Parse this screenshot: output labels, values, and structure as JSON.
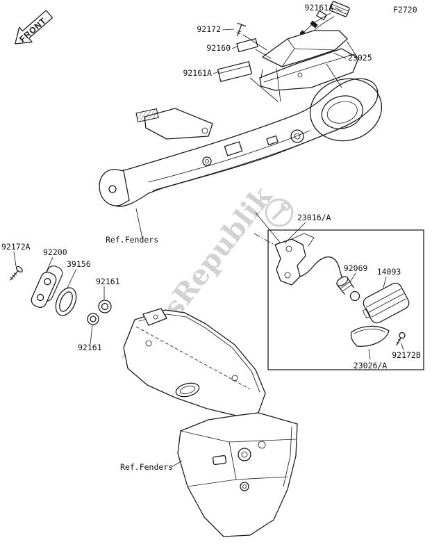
{
  "page": {
    "diagram_code": "F2720",
    "front_label": "FRONT",
    "watermark_text": "PartsRepublik"
  },
  "callouts": {
    "harness_connector": "92161A",
    "screw_92172": "92172",
    "damper_92160": "92160",
    "damper_92161a": "92161A",
    "taillight": "23025",
    "ref_fenders_upper": "Ref.Fenders",
    "socket_assy": "23016/A",
    "bulb_socket": "92069",
    "lens": "14093",
    "lens_cover": "23026/A",
    "screw_92172b": "92172B",
    "screw_92172a": "92172A",
    "bracket_92200": "92200",
    "gasket_39156": "39156",
    "grommet_upper": "92161",
    "grommet_lower": "92161",
    "ref_fenders_lower": "Ref.Fenders"
  }
}
